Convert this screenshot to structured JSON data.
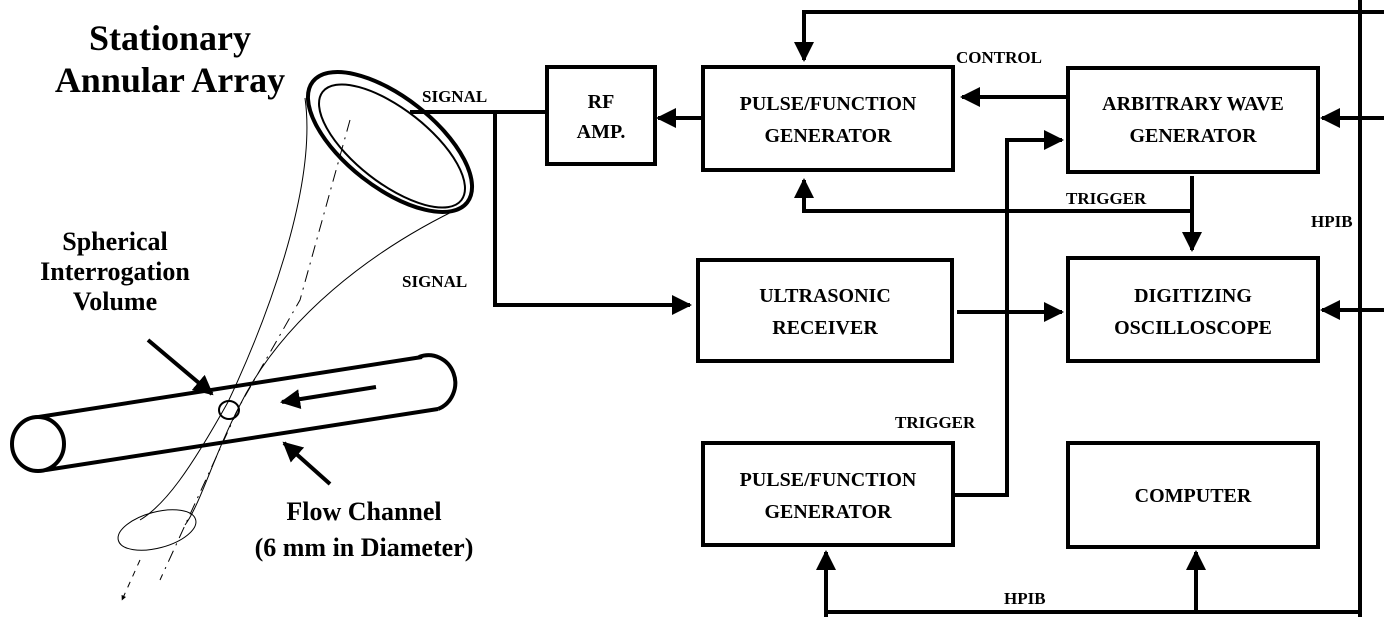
{
  "labels": {
    "array_title_line1": "Stationary",
    "array_title_line2": "Annular Array",
    "volume_line1": "Spherical",
    "volume_line2": "Interrogation",
    "volume_line3": "Volume",
    "channel_line1": "Flow Channel",
    "channel_line2": "(6 mm in Diameter)",
    "signal_top": "SIGNAL",
    "signal_mid": "SIGNAL",
    "control": "CONTROL",
    "trigger_top": "TRIGGER",
    "trigger_bottom": "TRIGGER",
    "hpib_right": "HPIB",
    "hpib_bottom": "HPIB"
  },
  "blocks": {
    "rf_amp": [
      "RF",
      "AMP."
    ],
    "pulse_gen_top": [
      "PULSE/FUNCTION",
      "GENERATOR"
    ],
    "arb_wave_gen": [
      "ARBITRARY WAVE",
      "GENERATOR"
    ],
    "ultrasonic_receiver": [
      "ULTRASONIC",
      "RECEIVER"
    ],
    "digitizing_scope": [
      "DIGITIZING",
      "OSCILLOSCOPE"
    ],
    "pulse_gen_bottom": [
      "PULSE/FUNCTION",
      "GENERATOR"
    ],
    "computer": [
      "COMPUTER"
    ]
  }
}
